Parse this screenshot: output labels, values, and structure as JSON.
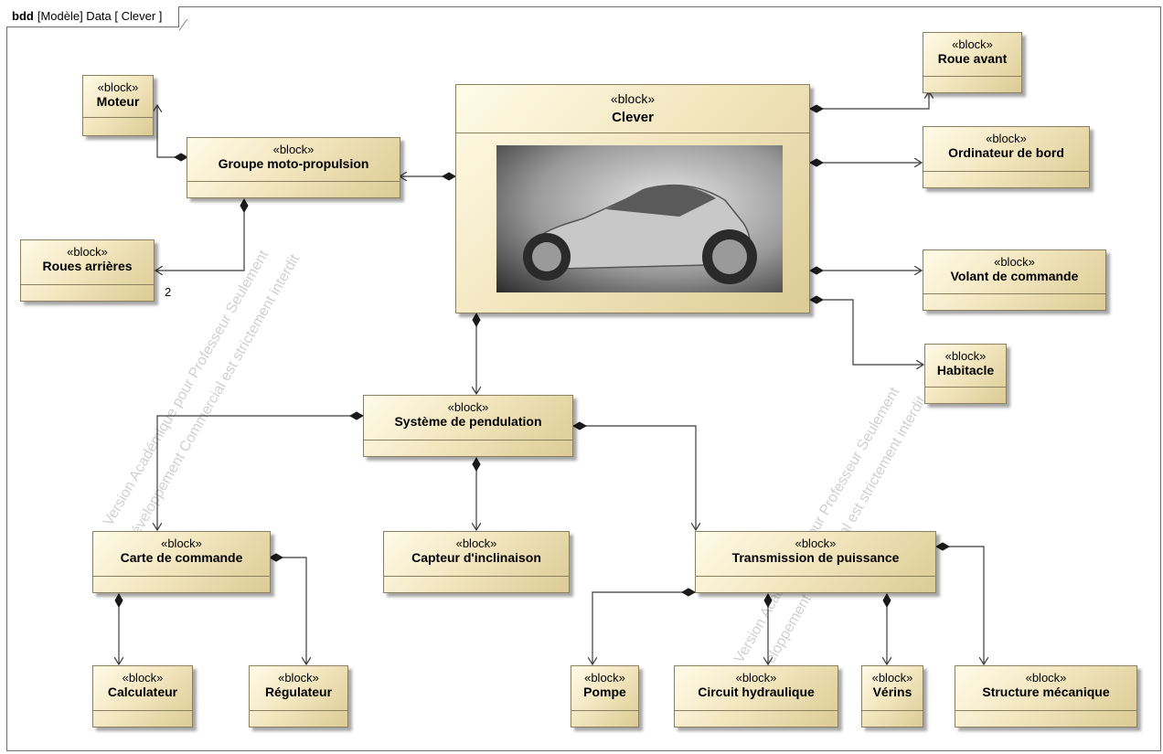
{
  "frame": {
    "keyword": "bdd",
    "label": "[Modèle] Data [ Clever ]"
  },
  "stereotype": "«block»",
  "blocks": {
    "clever": "Clever",
    "moteur": "Moteur",
    "groupe": "Groupe moto-propulsion",
    "roues_arrieres": "Roues arrières",
    "roue_avant": "Roue avant",
    "ordinateur": "Ordinateur de bord",
    "volant": "Volant de commande",
    "habitacle": "Habitacle",
    "pendulation": "Système de pendulation",
    "carte": "Carte de commande",
    "capteur": "Capteur d'inclinaison",
    "transmission": "Transmission de puissance",
    "calculateur": "Calculateur",
    "regulateur": "Régulateur",
    "pompe": "Pompe",
    "circuit": "Circuit hydraulique",
    "verins": "Vérins",
    "structure": "Structure mécanique"
  },
  "multiplicity_roues": "2",
  "watermark": {
    "line1": "Version Académique pour Professeur Seulement",
    "line2": "Développement Commercial est strictement interdit"
  },
  "colors": {
    "block_fill": "#f3e7c0",
    "block_border": "#8a8060",
    "edge": "#3c3c3c"
  }
}
